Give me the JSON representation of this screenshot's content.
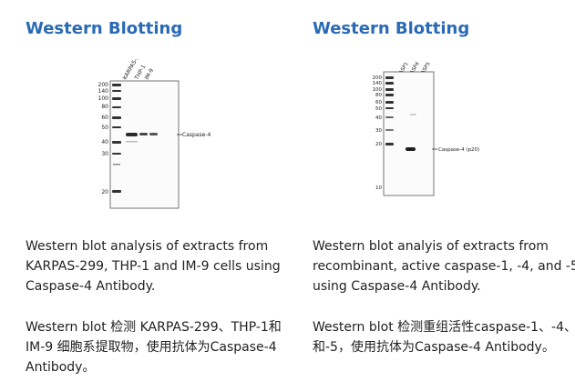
{
  "left": {
    "heading": "Western Blotting",
    "blot": {
      "lane_labels": [
        "KARPAS-299",
        "THP-1",
        "IM-9"
      ],
      "kda_markers": [
        "200",
        "140",
        "100",
        "80",
        "60",
        "50",
        "40",
        "30",
        "20"
      ],
      "band_label": "Caspase-4"
    },
    "caption_en": "Western blot analysis of extracts from KARPAS-299, THP-1 and IM-9 cells using Caspase-4 Antibody.",
    "caption_cn": "Western blot 检测 KARPAS-299、THP-1和IM-9 细胞系提取物，使用抗体为Caspase-4 Antibody。"
  },
  "right": {
    "heading": "Western Blotting",
    "blot": {
      "lane_labels": [
        "CASP1",
        "CASP4",
        "CASP5"
      ],
      "kda_markers": [
        "200",
        "140",
        "100",
        "80",
        "60",
        "50",
        "40",
        "30",
        "20",
        "10"
      ],
      "band_label": "Caspase-4 (p20)"
    },
    "caption_en": "Western blot analyis of extracts from recombinant, active caspase-1, -4, and -5 using Caspase-4 Antibody.",
    "caption_cn": "Western blot 检测重组活性caspase-1、-4、和-5，使用抗体为Caspase-4 Antibody。"
  }
}
